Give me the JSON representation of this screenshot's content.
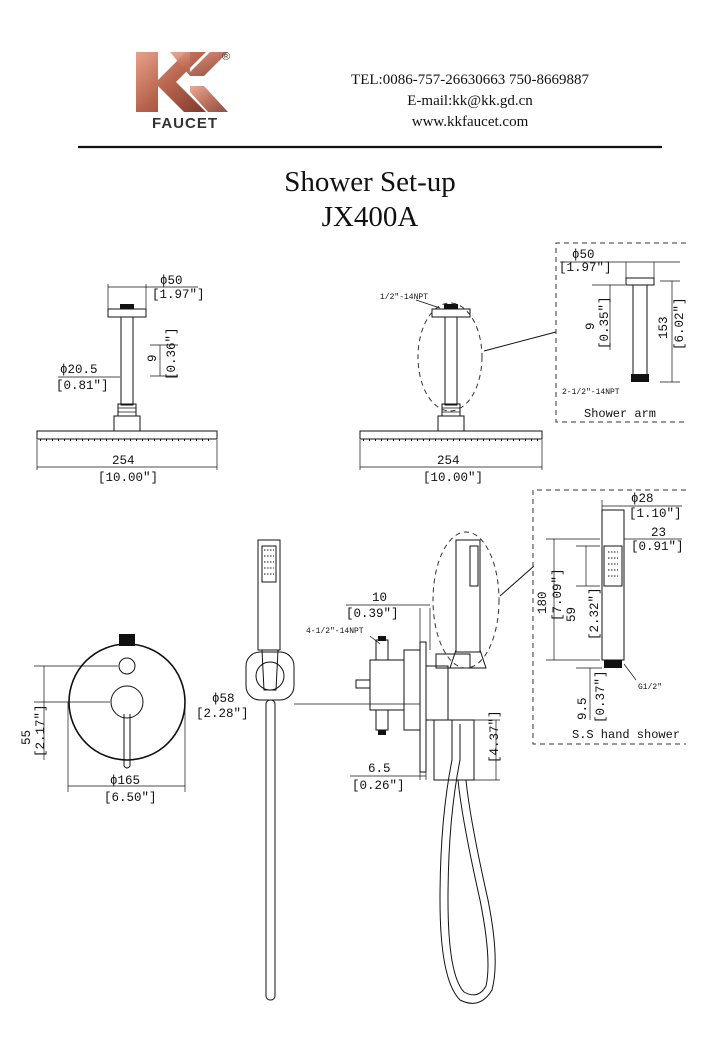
{
  "header": {
    "brand_letters": "KK",
    "brand_name": "FAUCET",
    "registered_mark": "®",
    "tel": "TEL:0086-757-26630663 750-8669887",
    "email": "E-mail:kk@kk.gd.cn",
    "website": "www.kkfaucet.com"
  },
  "title": {
    "line1": "Shower Set-up",
    "line2": "JX400A"
  },
  "shower_head_left": {
    "dia_top_mm": "ϕ50",
    "dia_top_in": "[1.97″]",
    "arm_dia_mm": "ϕ20.5",
    "arm_dia_in": "[0.81″]",
    "flange_mm": "9",
    "flange_in": "[0.36″]",
    "width_mm": "254",
    "width_in": "[10.00″]"
  },
  "shower_head_right": {
    "thread_label": "1/2″-14NPT",
    "width_mm": "254",
    "width_in": "[10.00″]"
  },
  "shower_arm": {
    "dia_mm": "ϕ50",
    "dia_in": "[1.97″]",
    "flange_mm": "9",
    "flange_in": "[0.35″]",
    "length_mm": "153",
    "length_in": "[6.02″]",
    "thread_label": "2-1/2″-14NPT",
    "caption": "Shower arm"
  },
  "valve": {
    "height_mm": "55",
    "height_in": "[2.17″]",
    "dia_mm": "ϕ165",
    "dia_in": "[6.50″]",
    "depth_mm": "ϕ58",
    "depth_in": "[2.28″]"
  },
  "valve_side": {
    "offset_mm": "10",
    "offset_in": "[0.39″]",
    "thread_label": "4-1/2″-14NPT",
    "wall_mm": "6.5",
    "wall_in": "[0.26″]",
    "body_in": "[4.37″]"
  },
  "hand_shower": {
    "dia_mm": "ϕ28",
    "dia_in": "[1.10″]",
    "head_mm": "23",
    "head_in": "[0.91″]",
    "length_mm": "180",
    "length_in": "[7.09″]",
    "spray_mm": "59",
    "spray_in": "[2.32″]",
    "thread_label": "G1/2″",
    "base_mm": "9.5",
    "base_in": "[0.37″]",
    "caption": "S.S hand shower"
  }
}
